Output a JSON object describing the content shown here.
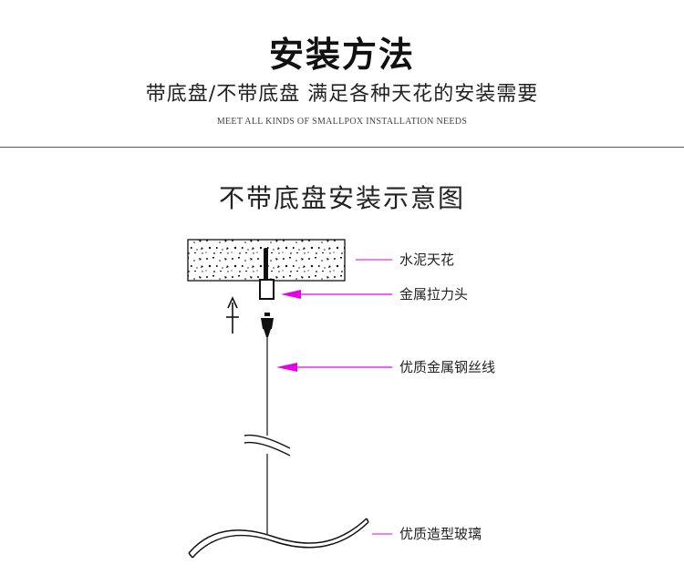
{
  "header": {
    "title": "安装方法",
    "subtitle": "带底盘/不带底盘  满足各种天花的安装需要",
    "subtitle_en": "MEET ALL KINDS OF SMALLPOX INSTALLATION NEEDS"
  },
  "diagram": {
    "title": "不带底盘安装示意图",
    "labels": {
      "ceiling": "水泥天花",
      "puller": "金属拉力头",
      "wire": "优质金属钢丝线",
      "glass": "优质造型玻璃"
    }
  },
  "colors": {
    "arrow_accent": "#e600e6",
    "line": "#111111"
  }
}
